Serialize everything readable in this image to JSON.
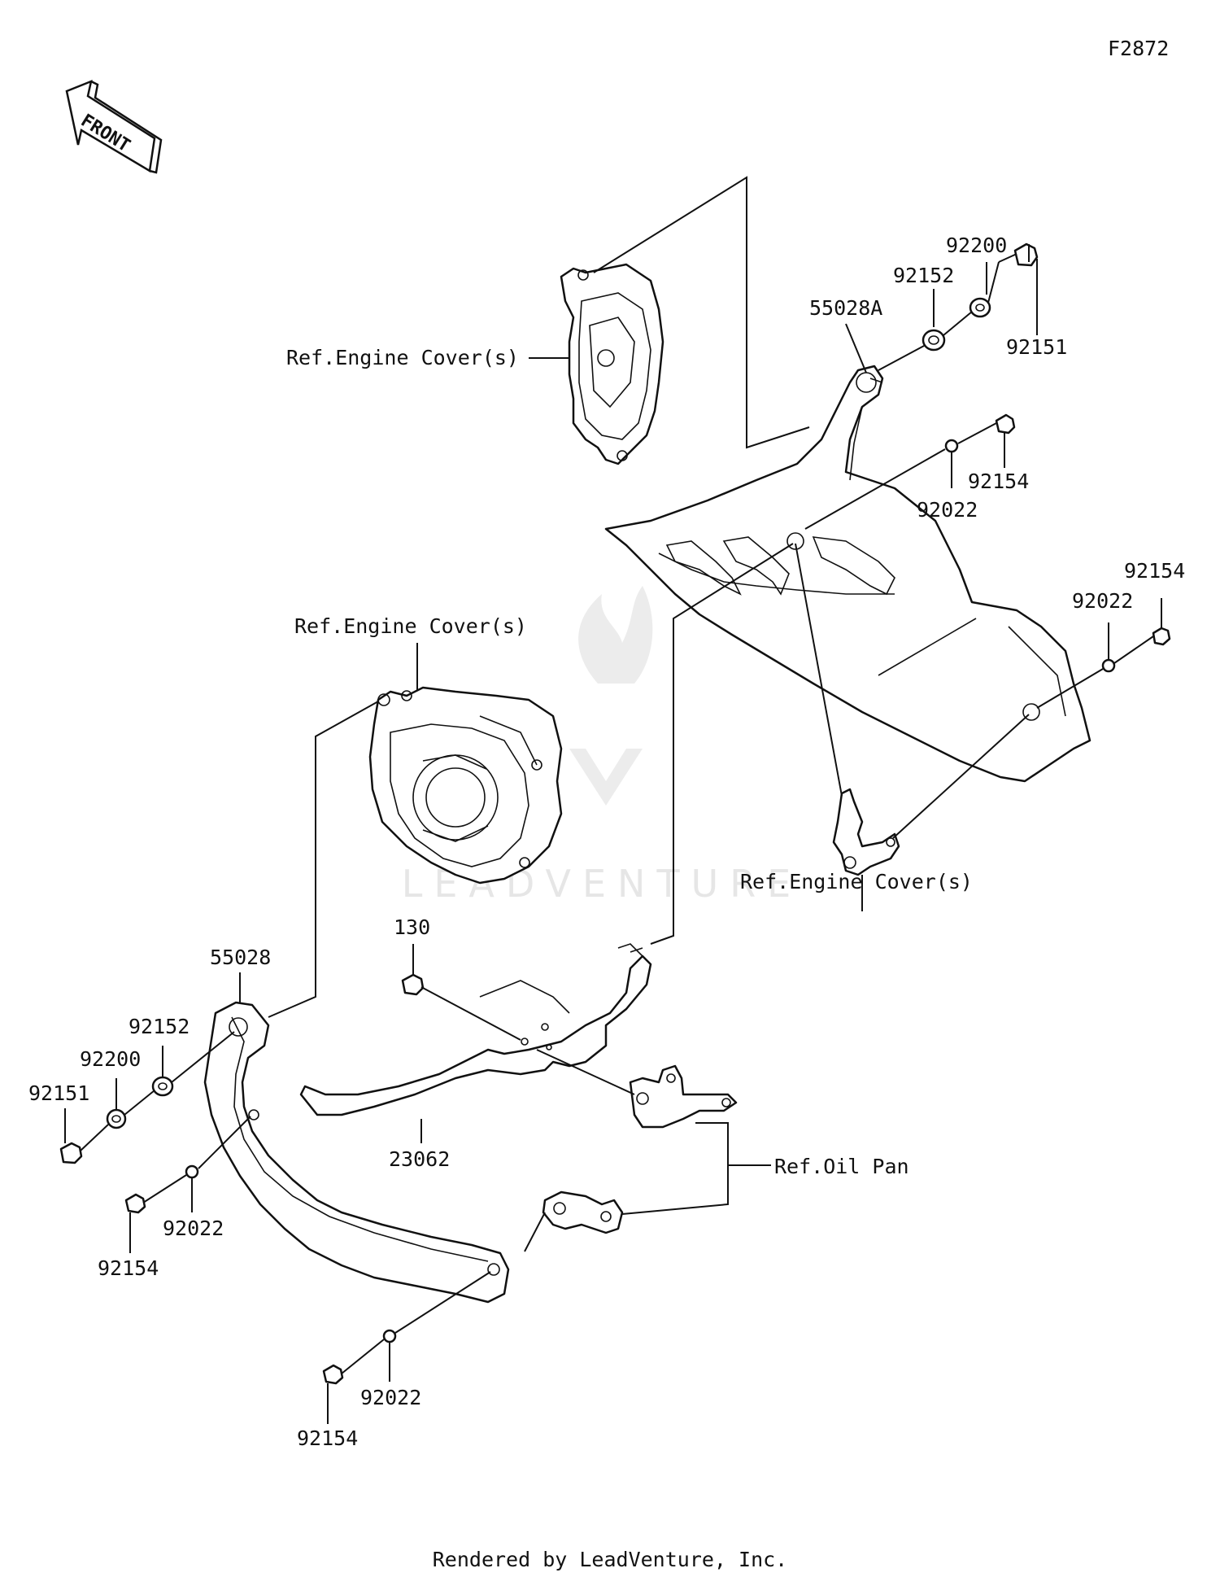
{
  "diagram_code": "F2872",
  "front_label": "FRONT",
  "watermark": "LEADVENTURE",
  "footer": "Rendered by LeadVenture, Inc.",
  "labels": {
    "ref_engine_cover_top": "Ref.Engine Cover(s)",
    "ref_engine_cover_mid": "Ref.Engine Cover(s)",
    "ref_engine_cover_right": "Ref.Engine Cover(s)",
    "ref_oil_pan": "Ref.Oil Pan",
    "p_55028A": "55028A",
    "p_92200_top": "92200",
    "p_92152_top": "92152",
    "p_92151_top": "92151",
    "p_92154_a": "92154",
    "p_92022_a": "92022",
    "p_92154_b": "92154",
    "p_92022_b": "92022",
    "p_130": "130",
    "p_55028": "55028",
    "p_92152_left": "92152",
    "p_92200_left": "92200",
    "p_92151_left": "92151",
    "p_23062": "23062",
    "p_92022_c": "92022",
    "p_92154_c": "92154",
    "p_92022_d": "92022",
    "p_92154_d": "92154"
  }
}
